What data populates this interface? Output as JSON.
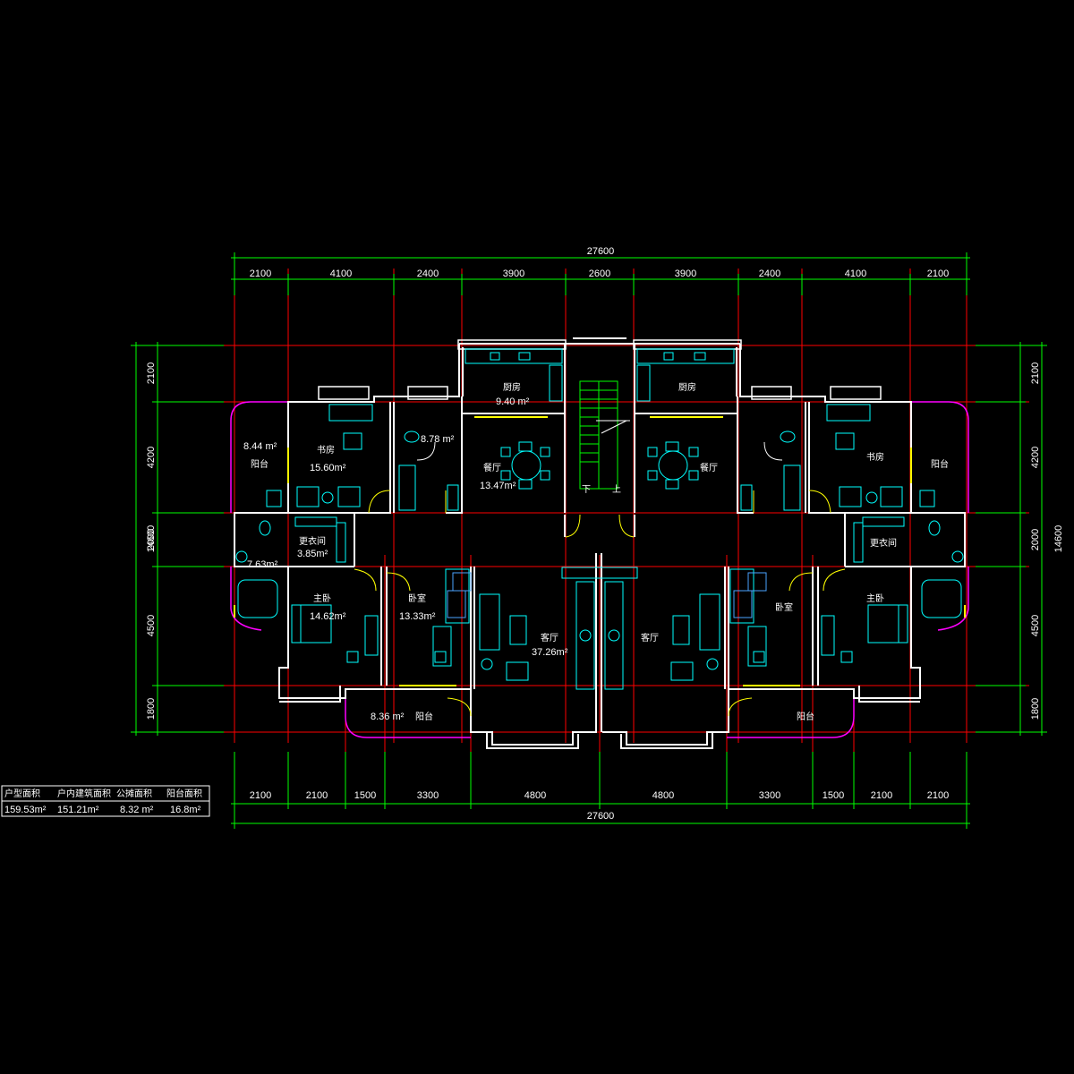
{
  "dimensions": {
    "top_total": "27600",
    "top": [
      "2100",
      "4100",
      "2400",
      "3900",
      "2600",
      "3900",
      "2400",
      "4100",
      "2100"
    ],
    "bottom": [
      "2100",
      "2100",
      "1500",
      "3300",
      "4800",
      "4800",
      "3300",
      "1500",
      "2100",
      "2100"
    ],
    "bottom_total": "27600",
    "left_total": "14600",
    "left": [
      "2100",
      "4200",
      "2000",
      "4500",
      "1800"
    ],
    "right_total": "14600",
    "right": [
      "2100",
      "4200",
      "2000",
      "4500",
      "1800"
    ]
  },
  "rooms": {
    "kitchen_l": "厨房",
    "kitchen_l_area": "9.40 m²",
    "kitchen_r": "厨房",
    "dining_l": "餐厅",
    "dining_l_area": "13.47m²",
    "dining_r": "餐厅",
    "study_l": "书房",
    "study_l_area": "15.60m²",
    "study_r": "书房",
    "balcony_tl": "阳台",
    "balcony_tl_area": "8.44 m²",
    "balcony_tr": "阳台",
    "wc_l_area": "8.78 m²",
    "cloak_l": "更衣间",
    "cloak_l_area": "3.85m²",
    "cloak_r": "更衣间",
    "bath_l_area": "7.63m²",
    "master_l": "主卧",
    "master_l_area": "14.62m²",
    "master_r": "主卧",
    "bedroom_l": "卧室",
    "bedroom_l_area": "13.33m²",
    "bedroom_r": "卧室",
    "living_l": "客厅",
    "living_l_area": "37.26m²",
    "living_r": "客厅",
    "balcony_bl": "阳台",
    "balcony_bl_area": "8.36 m²",
    "balcony_br": "阳台",
    "stair_down": "下",
    "stair_up": "上"
  },
  "summary_table": {
    "headers": [
      "户型面积",
      "户内建筑面积",
      "公摊面积",
      "阳台面积"
    ],
    "values": [
      "159.53m²",
      "151.21m²",
      "8.32 m²",
      "16.8m²"
    ]
  },
  "colors": {
    "background": "#000000",
    "dimension": "#00ff00",
    "axis": "#ff0000",
    "wall": "#ffffff",
    "furniture": "#00ffff",
    "window": "#ffff00",
    "balcony_rail": "#ff00ff"
  }
}
